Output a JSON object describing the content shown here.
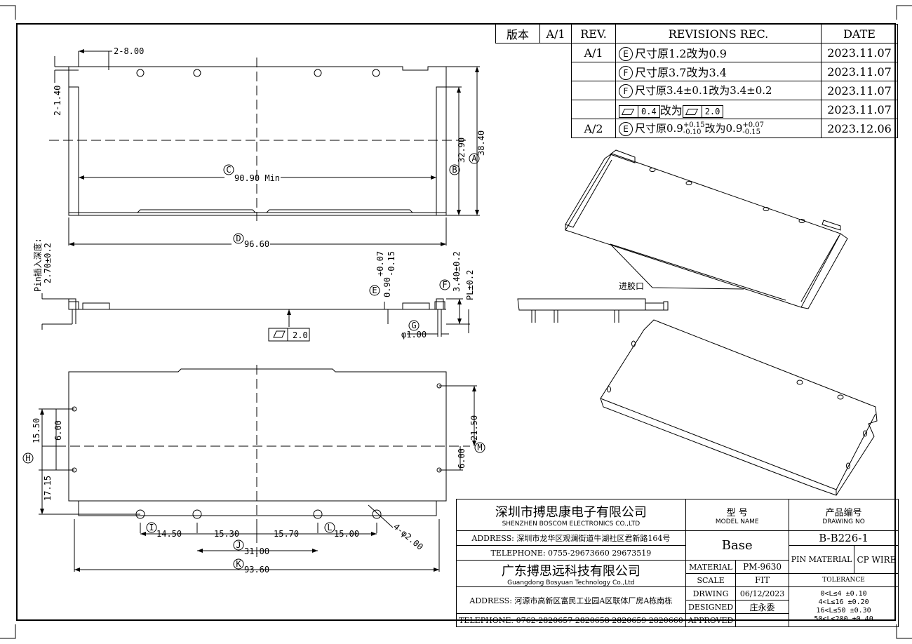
{
  "revision": {
    "version_label": "版本",
    "version_value": "A/1",
    "rev_label": "REV.",
    "records_label": "REVISIONS REC.",
    "date_label": "DATE",
    "rows": [
      {
        "rev": "A/1",
        "marker": "E",
        "text": "尺寸原1.2改为0.9",
        "date": "2023.11.07"
      },
      {
        "rev": "",
        "marker": "F",
        "text": "尺寸原3.7改为3.4",
        "date": "2023.11.07"
      },
      {
        "rev": "",
        "marker": "F",
        "text": "尺寸原3.4±0.1改为3.4±0.2",
        "date": "2023.11.07"
      },
      {
        "rev": "",
        "marker": "",
        "text": "改为",
        "flat_a": "0.4",
        "flat_b": "2.0",
        "date": "2023.11.07"
      },
      {
        "rev": "A/2",
        "marker": "E",
        "text_a": "尺寸原0.9",
        "tol_a_up": "+0.15",
        "tol_a_dn": "-0.10",
        "text_b": "改为0.9",
        "tol_b_up": "+0.07",
        "tol_b_dn": "-0.15",
        "date": "2023.12.06"
      }
    ]
  },
  "dims": {
    "d_2_8": "2-8.00",
    "d_2_1_4": "2-1.40",
    "d_38_40": "38.40",
    "d_32_90": "32.90",
    "c_label": "C",
    "c_value": "90.90 Min",
    "d_label": "D",
    "d_value": "96.60",
    "pin_depth_label": "Pin插入深度:",
    "pin_depth_value": "2.70±0.2",
    "e_value": "0.90",
    "e_up": "+0.07",
    "e_dn": "-0.15",
    "f_value": "3.40±0.2",
    "pl_value": "PL±0.2",
    "g_value": "φ1.00",
    "flatness": "2.0",
    "d_15_50": "15.50",
    "d_6_00a": "6.00",
    "d_17_15": "17.15",
    "d_21_50": "21.50",
    "d_6_00b": "6.00",
    "d_14_50": "14.50",
    "d_15_30": "15.30",
    "d_15_70": "15.70",
    "d_15_00": "15.00",
    "d_4_2": "4-φ2.00",
    "d_31_00": "31.00",
    "d_93_60": "93.60",
    "gate_label": "进胶口",
    "markers": {
      "A": "A",
      "B": "B",
      "C": "C",
      "D": "D",
      "E": "E",
      "F": "F",
      "G": "G",
      "H": "H",
      "I": "I",
      "J": "J",
      "K": "K",
      "L": "L",
      "M": "M"
    }
  },
  "title_block": {
    "company_cn": "深圳市搏思康电子有限公司",
    "company_en": "SHENZHEN BOSCOM ELECTRONICS CO.,LTD",
    "address1": "ADDRESS: 深圳市龙华区观澜街道牛湖社区君新路164号",
    "telephone1": "TELEPHONE: 0755-29673660 29673519",
    "company2_cn": "广东搏思远科技有限公司",
    "company2_en": "Guangdong Bosyuan Technology Co.,Ltd",
    "address2": "ADDRESS: 河源市高新区富民工业园A区联体厂房A栋南栋",
    "telephone2": "TELEPHONE: 0762-2820657 2820658 2820659 2820660",
    "model_cn": "型 号",
    "model_en": "MODEL NAME",
    "model_value": "Base",
    "drawing_cn": "产品编号",
    "drawing_en": "DRAWING NO",
    "drawing_value": "B-B226-1",
    "material_label": "MATERIAL",
    "material_value": "PM-9630",
    "pin_material_label": "PIN MATERIAL",
    "pin_material_value": "CP WIRE",
    "scale_label": "SCALE",
    "scale_value": "FIT",
    "drwing_label": "DRWING",
    "drwing_value": "06/12/2023",
    "designed_label": "DESIGNED",
    "designed_value": "庄永委",
    "approved_label": "APPROVED",
    "approved_value": "",
    "tolerance_label": "TOLERANCE",
    "tolerances": [
      "0<L≤4  ±0.10",
      "4<L≤16  ±0.20",
      "16<L≤50  ±0.30",
      "50<L≤200 ±0.40"
    ]
  }
}
